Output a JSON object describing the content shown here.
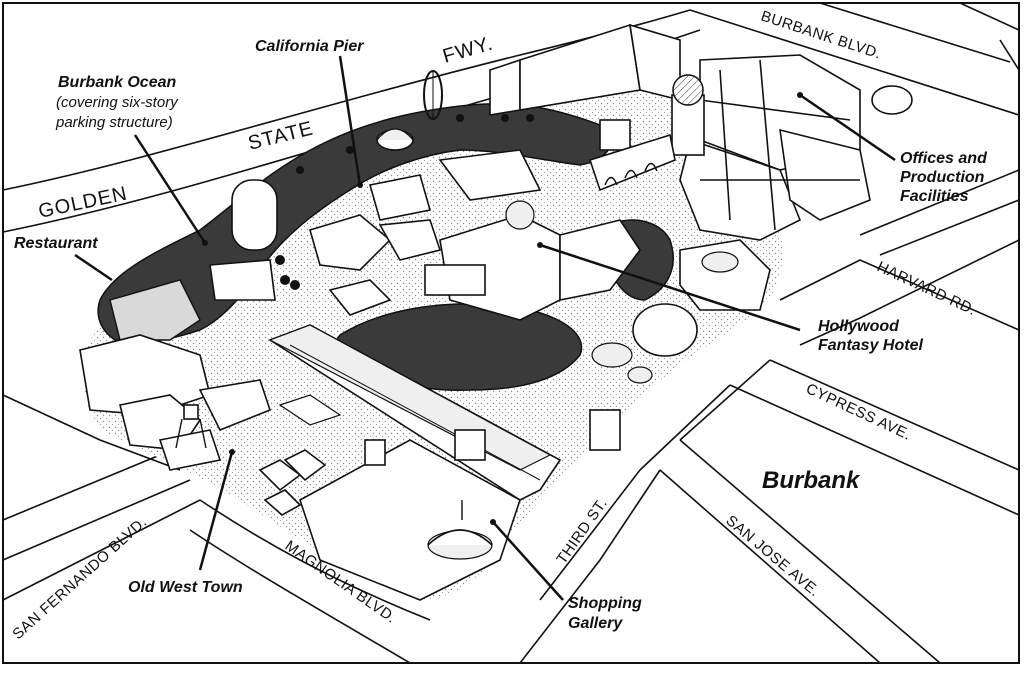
{
  "map": {
    "roads": {
      "golden": "GOLDEN",
      "state": "STATE",
      "fwy": "FWY.",
      "burbank_blvd": "BURBANK BLVD.",
      "harvard": "HARVARD RD.",
      "cypress": "CYPRESS AVE.",
      "san_jose": "SAN JOSE AVE.",
      "third": "THIRD ST.",
      "magnolia": "MAGNOLIA BLVD.",
      "san_fernando": "SAN FERNANDO BLVD."
    },
    "callouts": {
      "california_pier": "California Pier",
      "burbank_ocean": "Burbank Ocean",
      "burbank_ocean_sub1": "(covering six-story",
      "burbank_ocean_sub2": "parking structure)",
      "restaurant": "Restaurant",
      "offices_1": "Offices and",
      "offices_2": "Production",
      "offices_3": "Facilities",
      "hotel_1": "Hollywood",
      "hotel_2": "Fantasy Hotel",
      "old_west": "Old West Town",
      "shopping_1": "Shopping",
      "shopping_2": "Gallery"
    },
    "city_label": "Burbank"
  }
}
